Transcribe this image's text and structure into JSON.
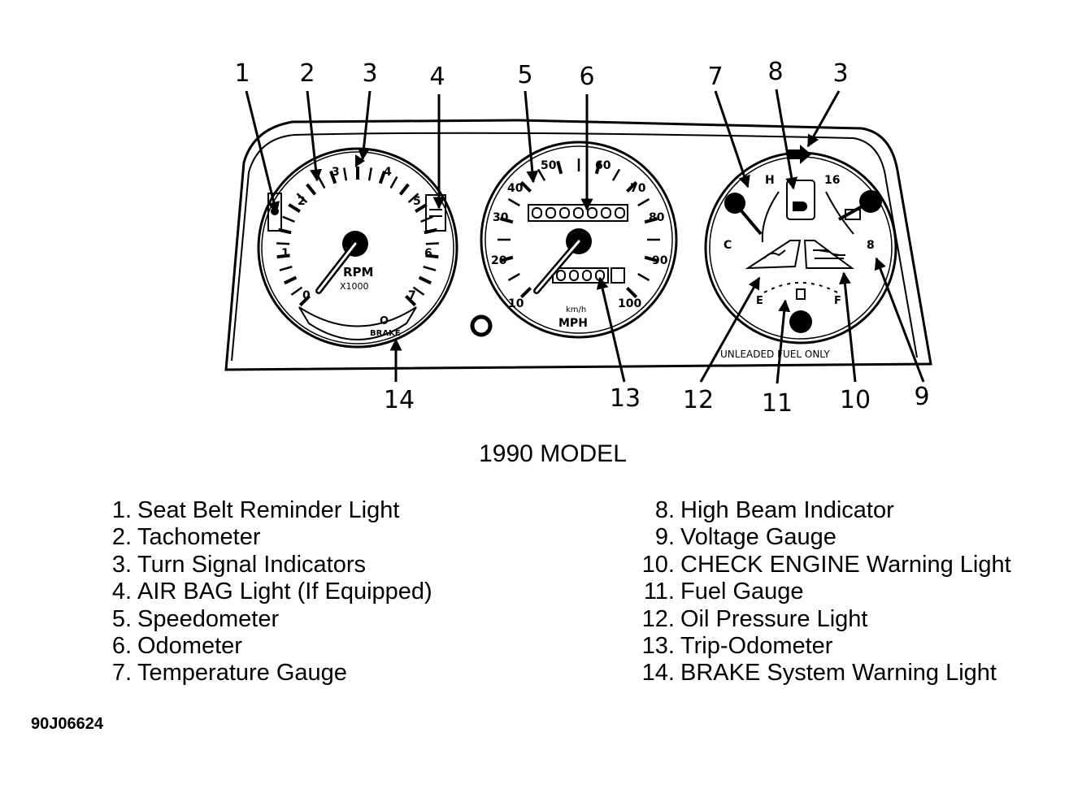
{
  "callouts": [
    {
      "id": "c1",
      "label": "1"
    },
    {
      "id": "c2",
      "label": "2"
    },
    {
      "id": "c3a",
      "label": "3"
    },
    {
      "id": "c4",
      "label": "4"
    },
    {
      "id": "c5",
      "label": "5"
    },
    {
      "id": "c6",
      "label": "6"
    },
    {
      "id": "c7",
      "label": "7"
    },
    {
      "id": "c8",
      "label": "8"
    },
    {
      "id": "c3b",
      "label": "3"
    },
    {
      "id": "c14",
      "label": "14"
    },
    {
      "id": "c13",
      "label": "13"
    },
    {
      "id": "c12",
      "label": "12"
    },
    {
      "id": "c11",
      "label": "11"
    },
    {
      "id": "c10",
      "label": "10"
    },
    {
      "id": "c9",
      "label": "9"
    }
  ],
  "tachometer": {
    "ticks": [
      "0",
      "1",
      "2",
      "3",
      "4",
      "5",
      "6",
      "7"
    ],
    "label": "RPM",
    "sublabel": "X1000",
    "brake_label": "BRAKE"
  },
  "speedometer": {
    "mph_ticks": [
      "10",
      "20",
      "30",
      "40",
      "50",
      "60",
      "70",
      "80",
      "90",
      "100"
    ],
    "kmh_label": "km/h",
    "unit_label": "MPH"
  },
  "gauge_cluster": {
    "temp_hot": "H",
    "temp_cold": "C",
    "volt_high": "16",
    "volt_low": "8",
    "fuel_empty": "E",
    "fuel_full": "F",
    "fuel_notice": "UNLEADED FUEL ONLY"
  },
  "caption": "1990 MODEL",
  "legend_left": [
    {
      "num": "1.",
      "text": "Seat Belt Reminder Light"
    },
    {
      "num": "2.",
      "text": "Tachometer"
    },
    {
      "num": "3.",
      "text": "Turn Signal Indicators"
    },
    {
      "num": "4.",
      "text": "AIR BAG Light (If Equipped)"
    },
    {
      "num": "5.",
      "text": "Speedometer"
    },
    {
      "num": "6.",
      "text": "Odometer"
    },
    {
      "num": "7.",
      "text": "Temperature Gauge"
    }
  ],
  "legend_right": [
    {
      "num": "8.",
      "text": "High Beam Indicator"
    },
    {
      "num": "9.",
      "text": "Voltage Gauge"
    },
    {
      "num": "10.",
      "text": "CHECK ENGINE Warning Light"
    },
    {
      "num": "11.",
      "text": "Fuel Gauge"
    },
    {
      "num": "12.",
      "text": "Oil Pressure Light"
    },
    {
      "num": "13.",
      "text": "Trip-Odometer"
    },
    {
      "num": "14.",
      "text": "BRAKE System Warning Light"
    }
  ],
  "figure_id": "90J06624"
}
